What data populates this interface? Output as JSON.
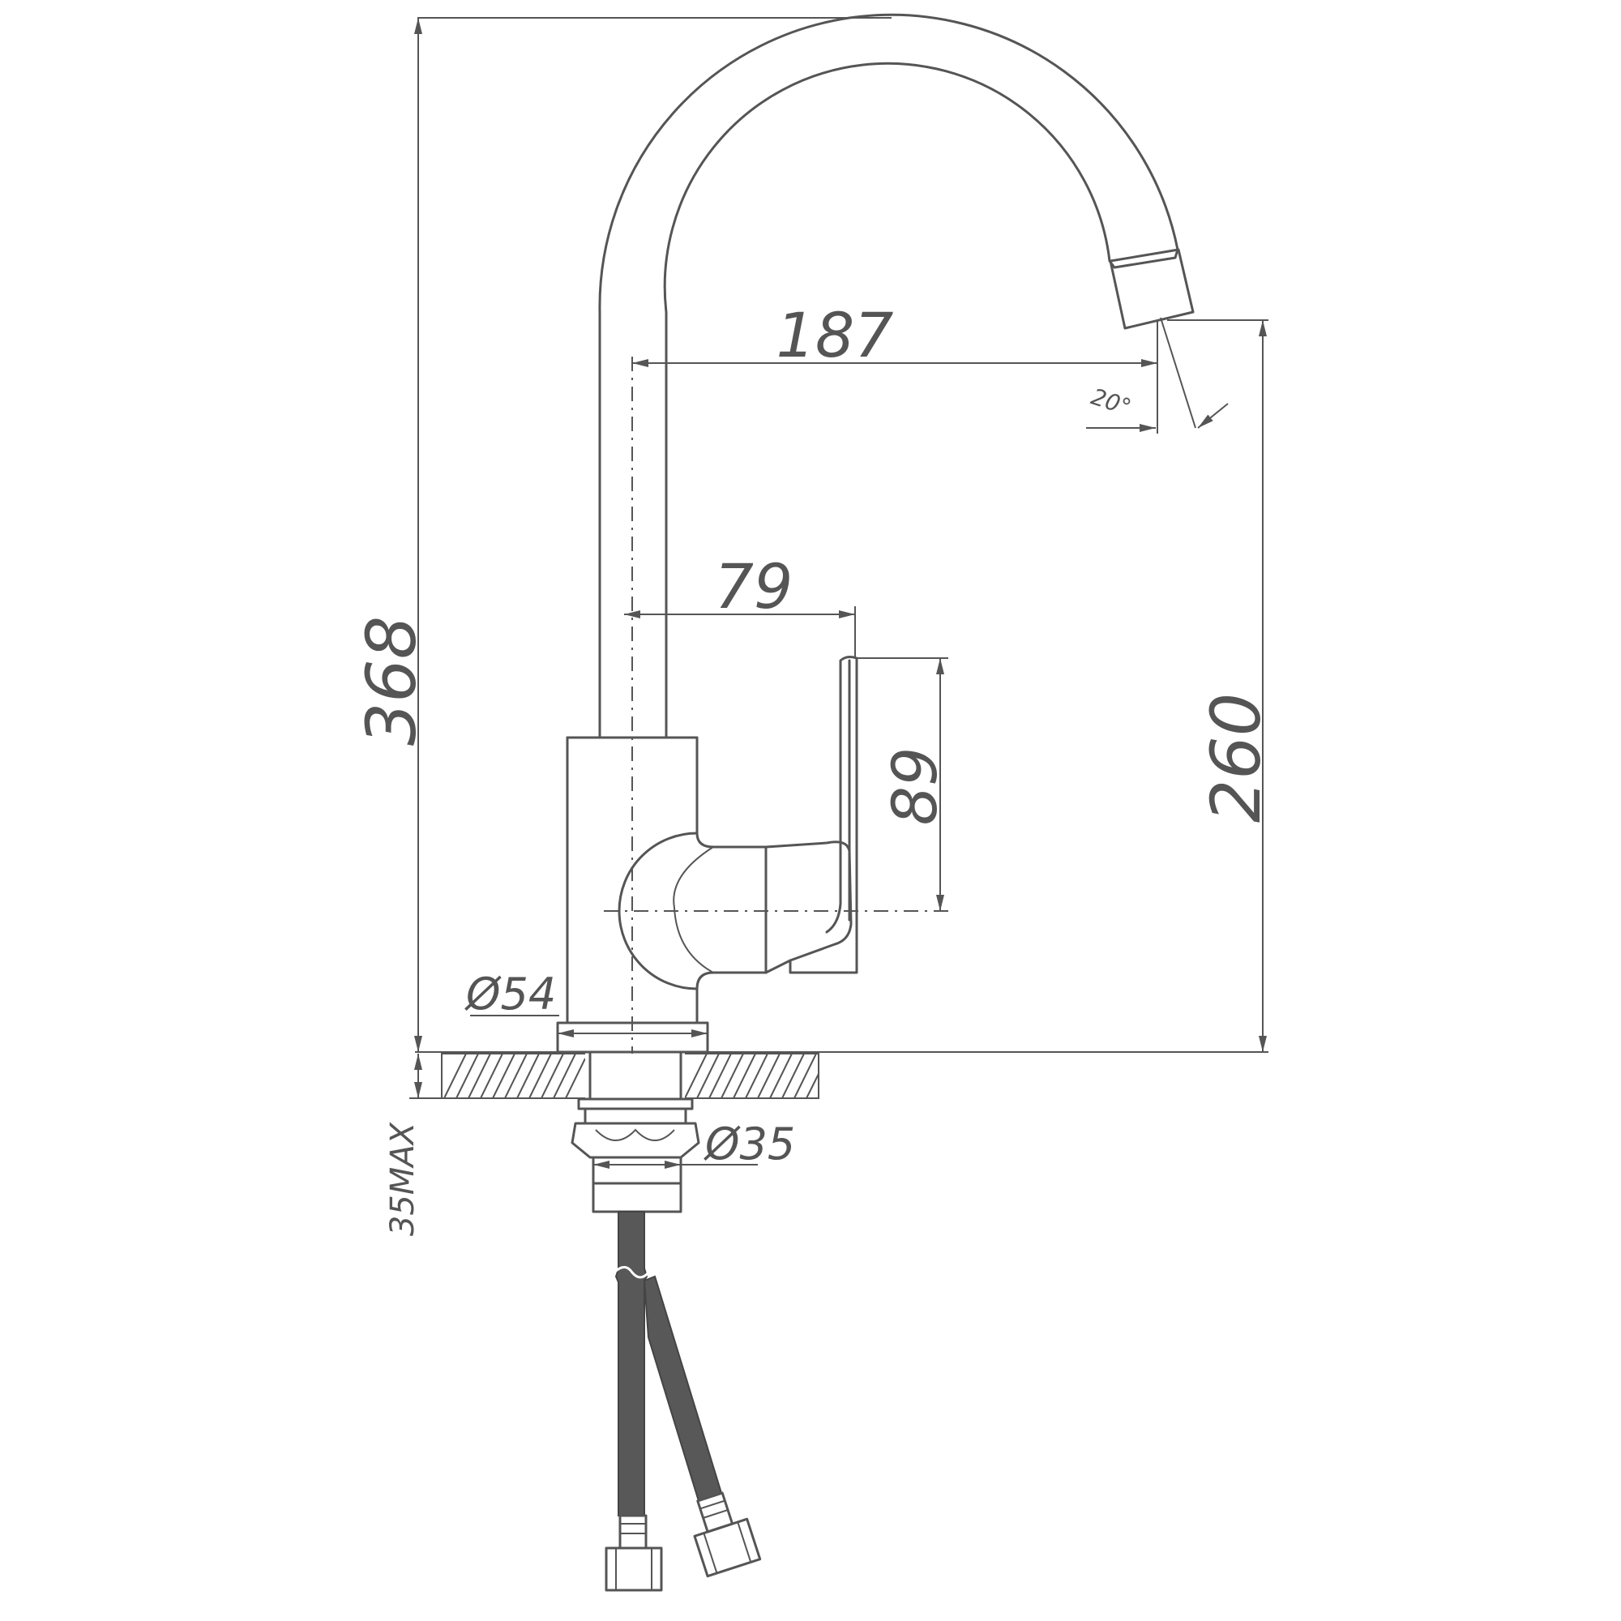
{
  "dimensions": {
    "total_height": "368",
    "spout_reach": "187",
    "spout_angle": "20°",
    "spout_height": "260",
    "handle_reach": "79",
    "handle_height": "89",
    "base_diameter": "Ø54",
    "shank_diameter": "Ø35",
    "max_counter_thickness": "35MAX"
  },
  "colors": {
    "line": "#555555",
    "hose": "#585858",
    "background": "#ffffff"
  }
}
